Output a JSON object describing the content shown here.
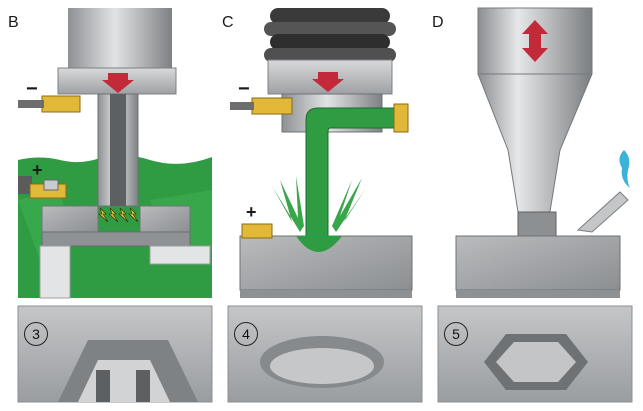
{
  "panels": [
    {
      "letter": "B",
      "number": "3"
    },
    {
      "letter": "C",
      "number": "4"
    },
    {
      "letter": "D",
      "number": "5"
    }
  ],
  "signs": {
    "minus": "−",
    "plus": "+"
  },
  "colors": {
    "electrolyte_green": "#2f9c44",
    "arrow_red": "#c22a3a",
    "sky_blue": "#3bb3d9",
    "metal_grey": "#a9acae"
  }
}
